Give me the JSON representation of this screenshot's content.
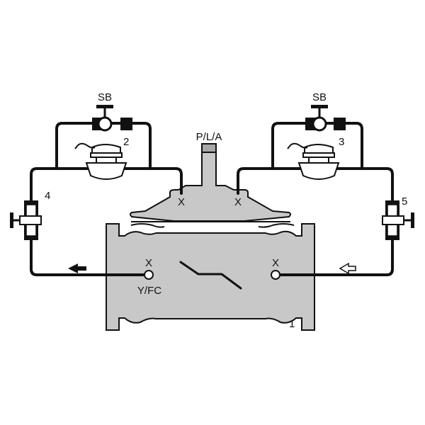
{
  "labels": {
    "sb_left": "SB",
    "sb_right": "SB",
    "pla": "P/L/A",
    "yfc": "Y/FC",
    "x_marks": [
      "X",
      "X",
      "X",
      "X"
    ],
    "numbers": [
      "1",
      "2",
      "3",
      "4",
      "5"
    ]
  },
  "colors": {
    "body_fill": "#c8c8c8",
    "line": "#111111",
    "background": "#ffffff"
  },
  "icons": {
    "flow_out_arrow": "filled-arrow-left",
    "flow_in_arrow": "outline-arrow-left"
  }
}
